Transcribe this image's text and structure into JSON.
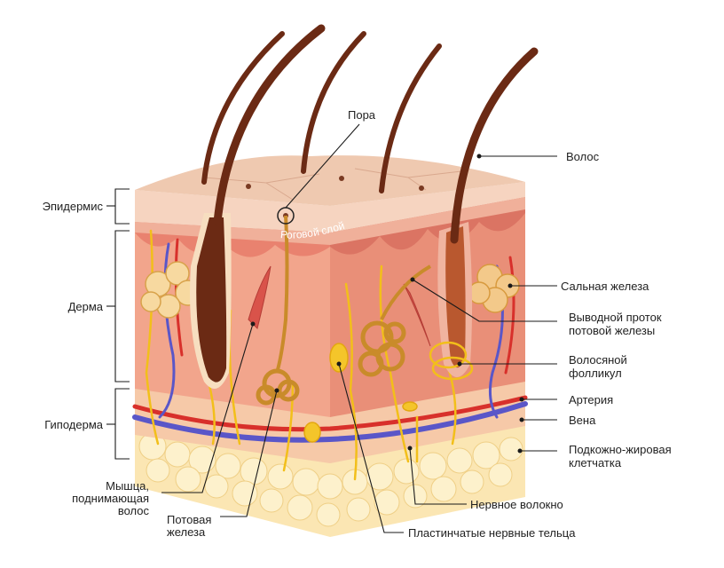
{
  "labels": {
    "pore": "Пора",
    "hair": "Волос",
    "epidermis": "Эпидермис",
    "stratum_corneum": "Роговой слой",
    "dermis": "Дерма",
    "sebaceous_gland": "Сальная железа",
    "sweat_duct_line1": "Выводной проток",
    "sweat_duct_line2": "потовой железы",
    "hair_follicle_line1": "Волосяной",
    "hair_follicle_line2": "фолликул",
    "artery": "Артерия",
    "vein": "Вена",
    "hypodermis": "Гиподерма",
    "subcutaneous_line1": "Подкожно-жировая",
    "subcutaneous_line2": "клетчатка",
    "muscle_line1": "Мышца,",
    "muscle_line2": "поднимающая",
    "muscle_line3": "волос",
    "sweat_gland_line1": "Потовая",
    "sweat_gland_line2": "железа",
    "nerve_fiber": "Нервное волокно",
    "lamellar_corpuscles": "Пластинчатые нервные тельца"
  },
  "colors": {
    "epidermis_top": "#efc9b0",
    "dermis": "#f2a58c",
    "dermis_side": "#e98f78",
    "hypodermis": "#f6c9a8",
    "fat": "#fbe6b3",
    "hair": "#6b2a14",
    "nerve": "#f2bf1a",
    "gland": "#c98b2a",
    "artery": "#d8302b",
    "vein": "#5a56c8",
    "muscle": "#d9534a"
  }
}
